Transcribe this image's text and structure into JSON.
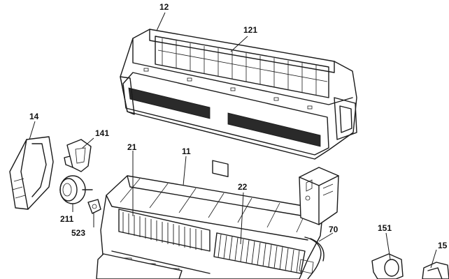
{
  "labels": {
    "top_cover": "12",
    "top_cover_grille": "121",
    "left_end_cap": "14",
    "left_end_bracket": "141",
    "fan_motor": "211",
    "motor_clip": "523",
    "cross_flow_fan": "21",
    "chassis": "11",
    "evaporator": "22",
    "control_box": "70",
    "right_end_bracket": "151",
    "right_end_cap": "15"
  }
}
